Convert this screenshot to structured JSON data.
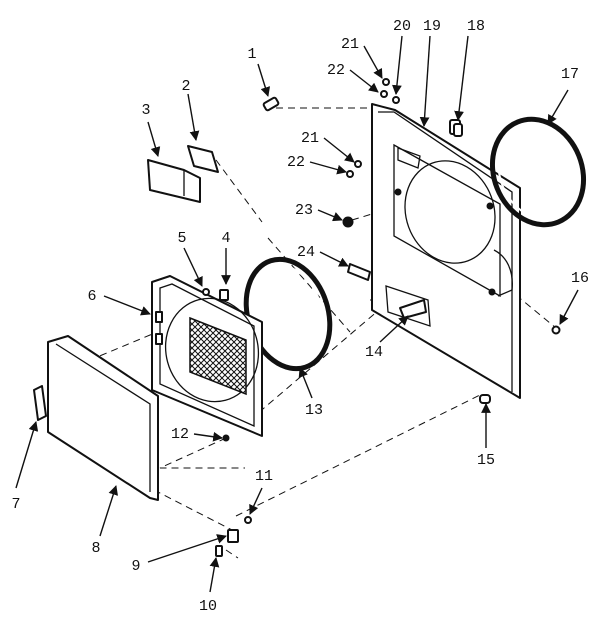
{
  "callouts": [
    {
      "id": "c1",
      "text": "1"
    },
    {
      "id": "c2",
      "text": "2"
    },
    {
      "id": "c3",
      "text": "3"
    },
    {
      "id": "c4",
      "text": "4"
    },
    {
      "id": "c5",
      "text": "5"
    },
    {
      "id": "c6",
      "text": "6"
    },
    {
      "id": "c7",
      "text": "7"
    },
    {
      "id": "c8",
      "text": "8"
    },
    {
      "id": "c9",
      "text": "9"
    },
    {
      "id": "c10",
      "text": "10"
    },
    {
      "id": "c11",
      "text": "11"
    },
    {
      "id": "c12",
      "text": "12"
    },
    {
      "id": "c13",
      "text": "13"
    },
    {
      "id": "c14",
      "text": "14"
    },
    {
      "id": "c15",
      "text": "15"
    },
    {
      "id": "c16",
      "text": "16"
    },
    {
      "id": "c17",
      "text": "17"
    },
    {
      "id": "c18",
      "text": "18"
    },
    {
      "id": "c19",
      "text": "19"
    },
    {
      "id": "c20",
      "text": "20"
    },
    {
      "id": "c21a",
      "text": "21"
    },
    {
      "id": "c22a",
      "text": "22"
    },
    {
      "id": "c21b",
      "text": "21"
    },
    {
      "id": "c22b",
      "text": "22"
    },
    {
      "id": "c23",
      "text": "23"
    },
    {
      "id": "c24",
      "text": "24"
    }
  ]
}
